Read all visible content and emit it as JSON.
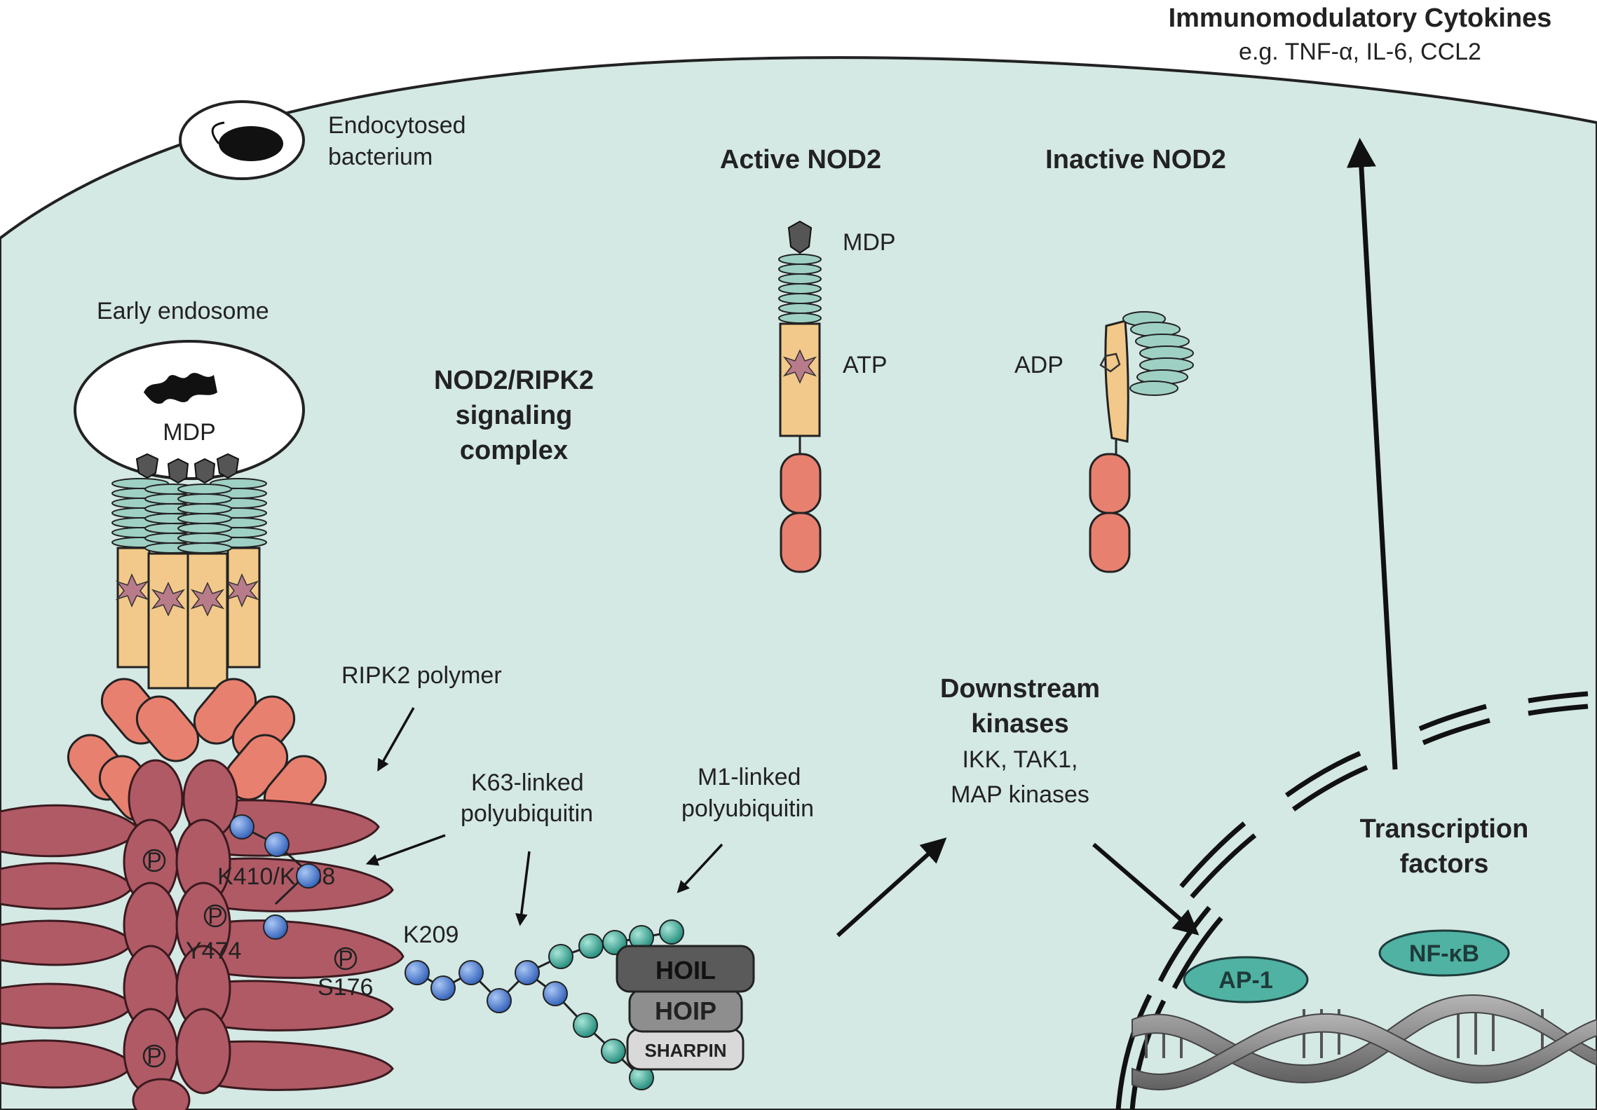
{
  "header": {
    "title": "Immunomodulatory Cytokines",
    "subtitle": "e.g. TNF-α, IL-6, CCL2"
  },
  "labels": {
    "endocytosed": [
      "Endocytosed",
      "bacterium"
    ],
    "early_endosome": "Early endosome",
    "mdp_endosome": "MDP",
    "complex": [
      "NOD2/RIPK2",
      "signaling",
      "complex"
    ],
    "active_nod2": "Active NOD2",
    "inactive_nod2": "Inactive NOD2",
    "mdp_active": "MDP",
    "atp": "ATP",
    "adp": "ADP",
    "ripk2_polymer": "RIPK2 polymer",
    "k63": [
      "K63-linked",
      "polyubiquitin"
    ],
    "m1": [
      "M1-linked",
      "polyubiquitin"
    ],
    "downstream": [
      "Downstream",
      "kinases"
    ],
    "downstream_list": [
      "IKK, TAK1,",
      "MAP kinases"
    ],
    "transcription": [
      "Transcription",
      "factors"
    ],
    "k410": "K410/K538",
    "y474": "Y474",
    "s176": "S176",
    "k209": "K209",
    "phospho": "P",
    "hoil": "HOIL",
    "hoip": "HOIP",
    "sharpin": "SHARPIN",
    "ap1": "AP-1",
    "nfkb": "NF-κB"
  },
  "colors": {
    "cell": "#d4e8e4",
    "ripk2_card": "#e8806f",
    "nbd": "#f2c98a",
    "lrr": "#9fd0c4",
    "domain_body": "#b05a66",
    "k63_bead": "#4a7fd4",
    "m1_bead": "#2fa595",
    "tf": "#4fb2a2"
  }
}
